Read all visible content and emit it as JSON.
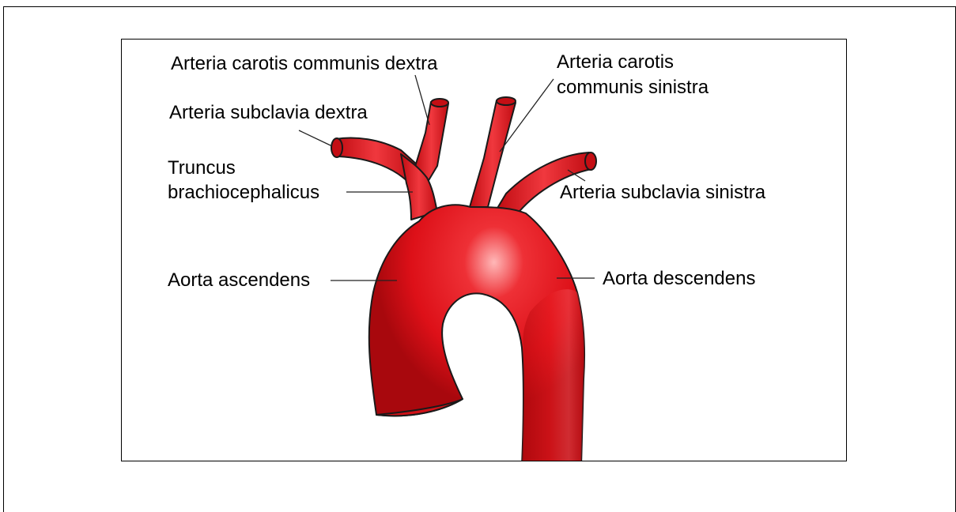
{
  "labels": {
    "carotis_dextra": "Arteria carotis communis dextra",
    "carotis_sinistra_line1": "Arteria carotis",
    "carotis_sinistra_line2": "communis sinistra",
    "subclavia_dextra": "Arteria subclavia dextra",
    "truncus_line1": "Truncus",
    "truncus_line2": "brachiocephalicus",
    "subclavia_sinistra": "Arteria subclavia sinistra",
    "aorta_ascendens": "Aorta ascendens",
    "aorta_descendens": "Aorta descendens"
  },
  "colors": {
    "vessel": "#e8161c",
    "vessel_dark": "#b00b10",
    "outline": "#1a1a1a"
  }
}
